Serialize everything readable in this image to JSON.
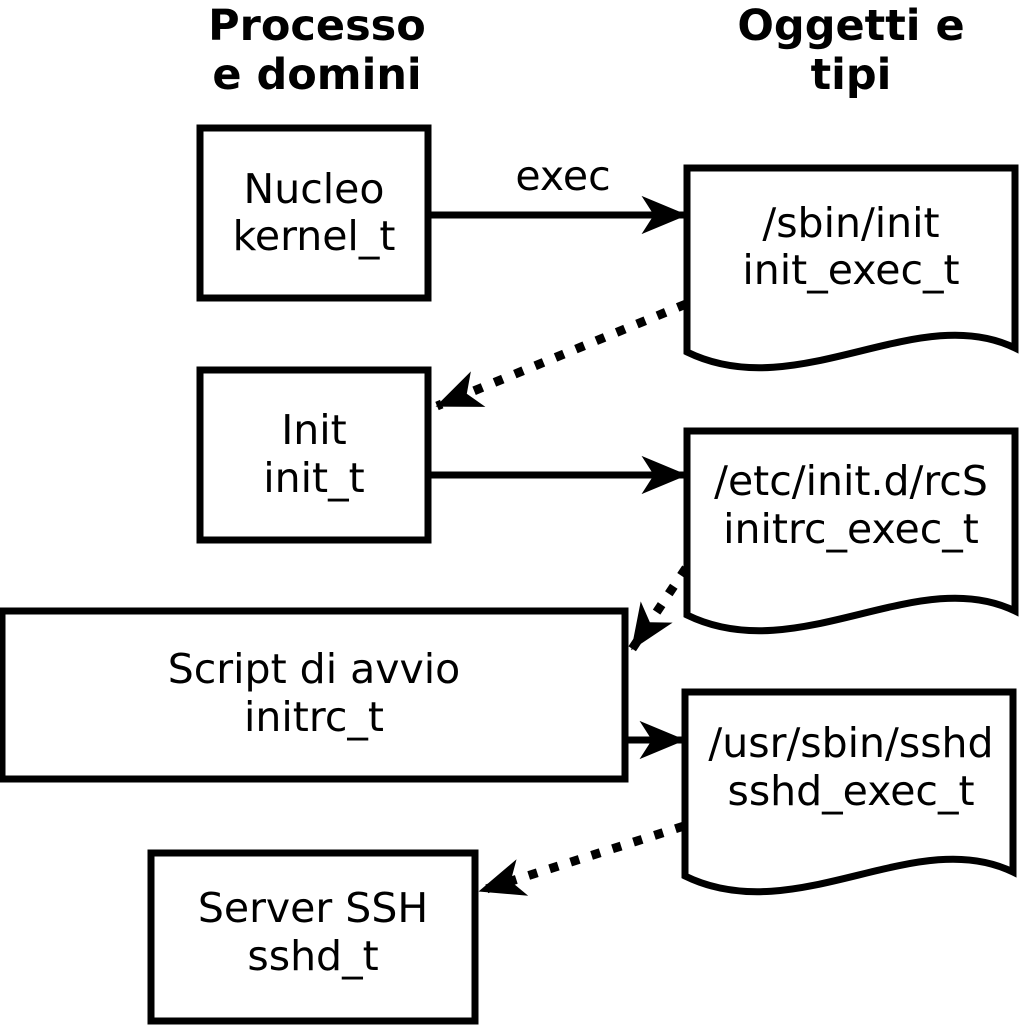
{
  "diagram": {
    "columns": {
      "left": {
        "line1": "Processo",
        "line2": "e domini"
      },
      "right": {
        "line1": "Oggetti e",
        "line2": "tipi"
      }
    },
    "processes": [
      {
        "name": "Nucleo",
        "domain": "kernel_t"
      },
      {
        "name": "Init",
        "domain": "init_t"
      },
      {
        "name": "Script di avvio",
        "domain": "initrc_t"
      },
      {
        "name": "Server SSH",
        "domain": "sshd_t"
      }
    ],
    "objects": [
      {
        "path": "/sbin/init",
        "type": "init_exec_t"
      },
      {
        "path": "/etc/init.d/rcS",
        "type": "initrc_exec_t"
      },
      {
        "path": "/usr/sbin/sshd",
        "type": "sshd_exec_t"
      }
    ],
    "edge_labels": {
      "exec": "exec"
    },
    "colors": {
      "ink": "#000000",
      "paper": "#ffffff"
    }
  }
}
